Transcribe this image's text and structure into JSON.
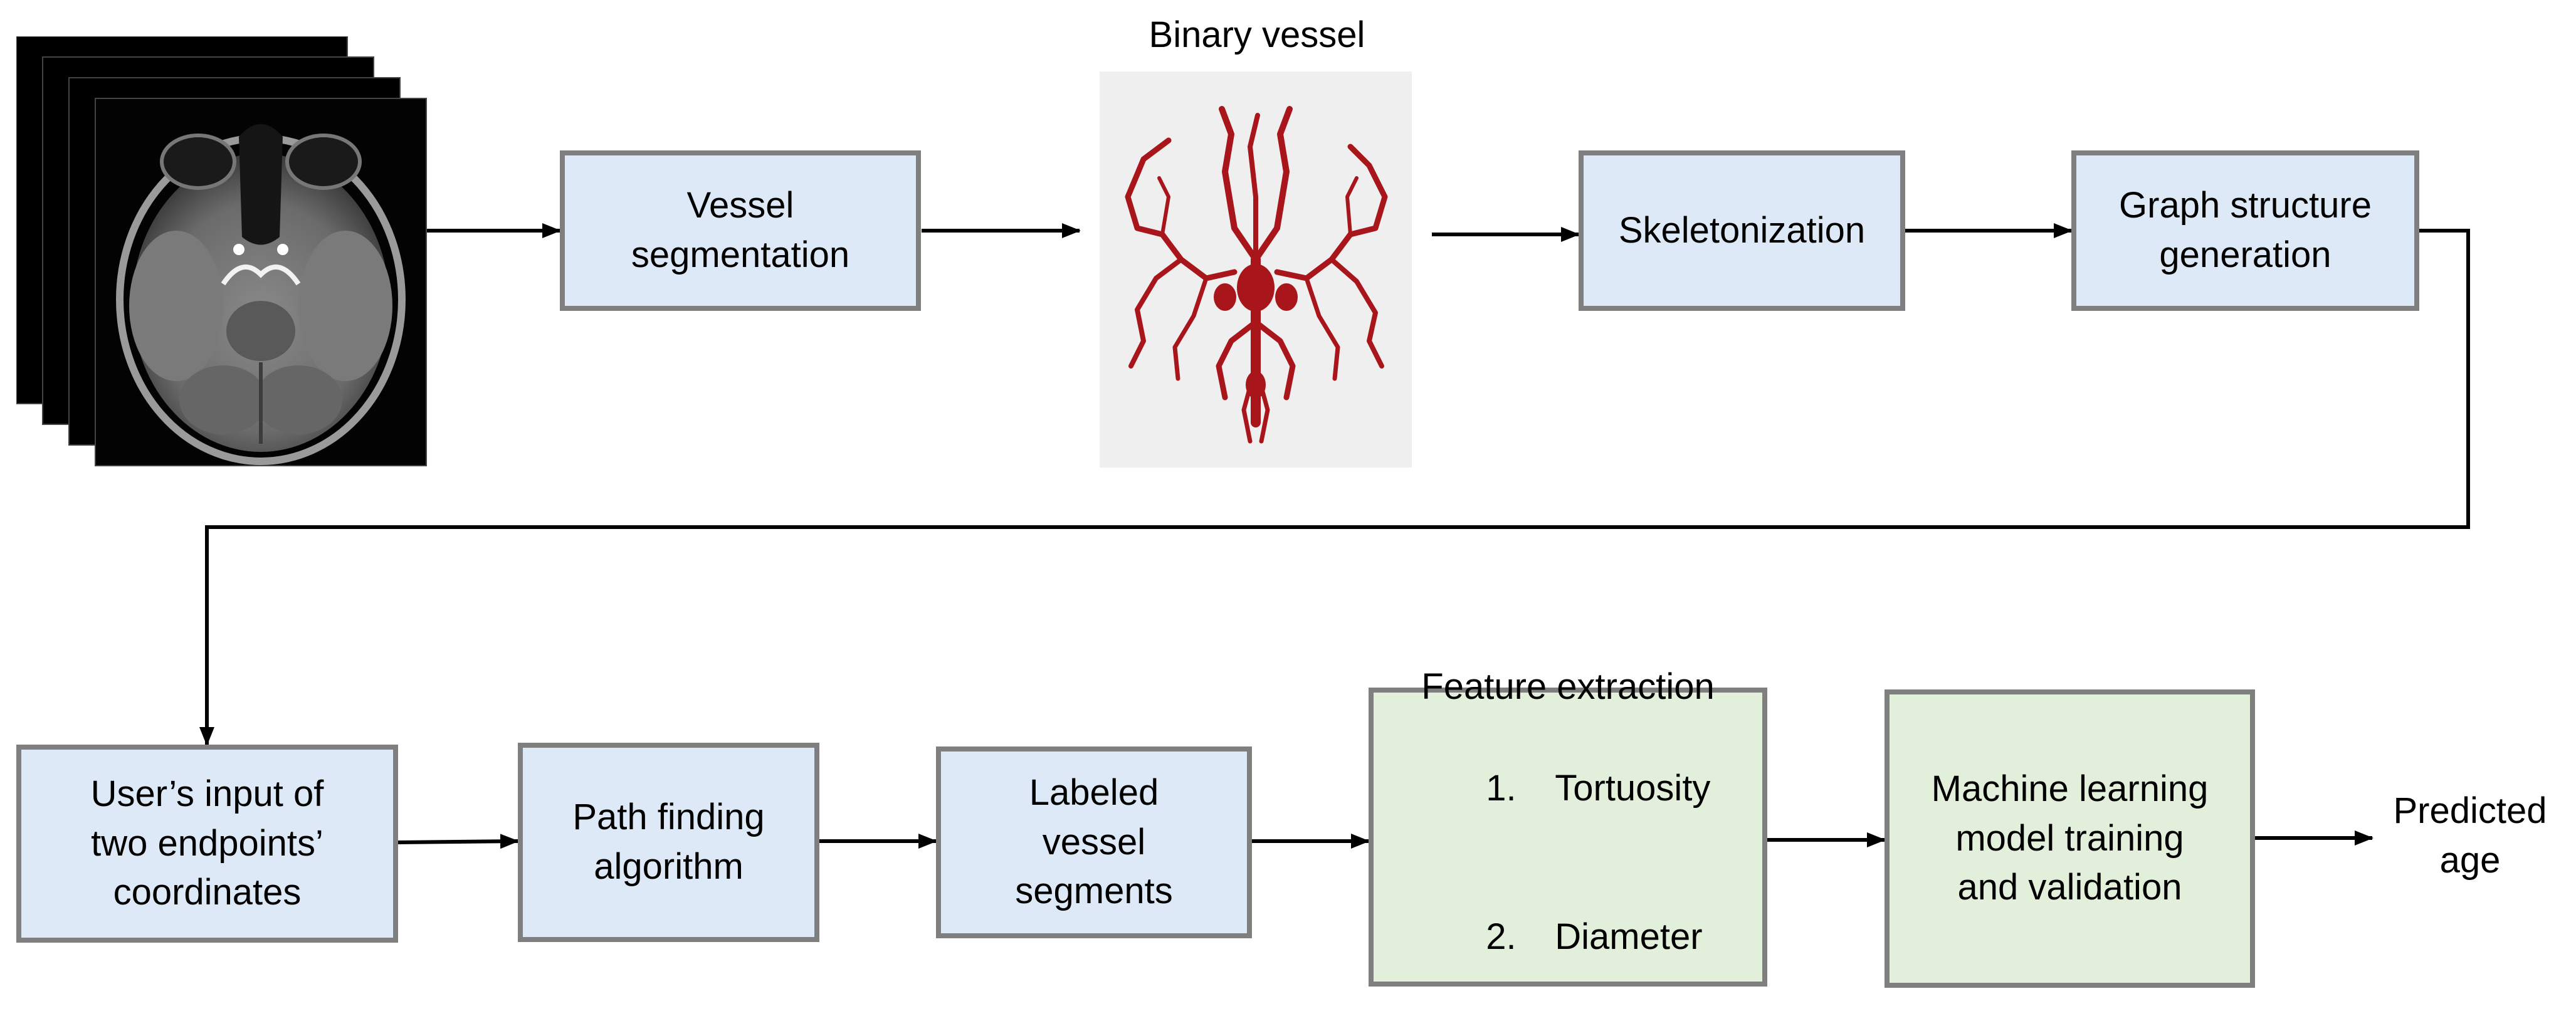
{
  "top_row": {
    "vessel_segmentation": "Vessel\nsegmentation",
    "binary_vessel_title": "Binary vessel",
    "skeletonization": "Skeletonization",
    "graph_structure": "Graph structure\ngeneration"
  },
  "bottom_row": {
    "user_input": "User’s input of\ntwo endpoints’\ncoordinates",
    "path_finding": "Path finding\nalgorithm",
    "labeled_segments": "Labeled\nvessel\nsegments",
    "feature_extraction": {
      "title": "Feature extraction",
      "items": [
        {
          "num": "1.",
          "text": "Tortuosity"
        },
        {
          "num": "2.",
          "text": "Diameter"
        }
      ]
    },
    "ml_model": "Machine learning\nmodel training\nand validation",
    "predicted_age": "Predicted\nage"
  },
  "colors": {
    "process_box": "#dde9f6",
    "analysis_box": "#e2efda",
    "box_border": "#7f7f7f",
    "vessel": "#a8161c"
  },
  "icons": [
    "mri-slice-stack-image",
    "binary-vessel-render-image"
  ]
}
